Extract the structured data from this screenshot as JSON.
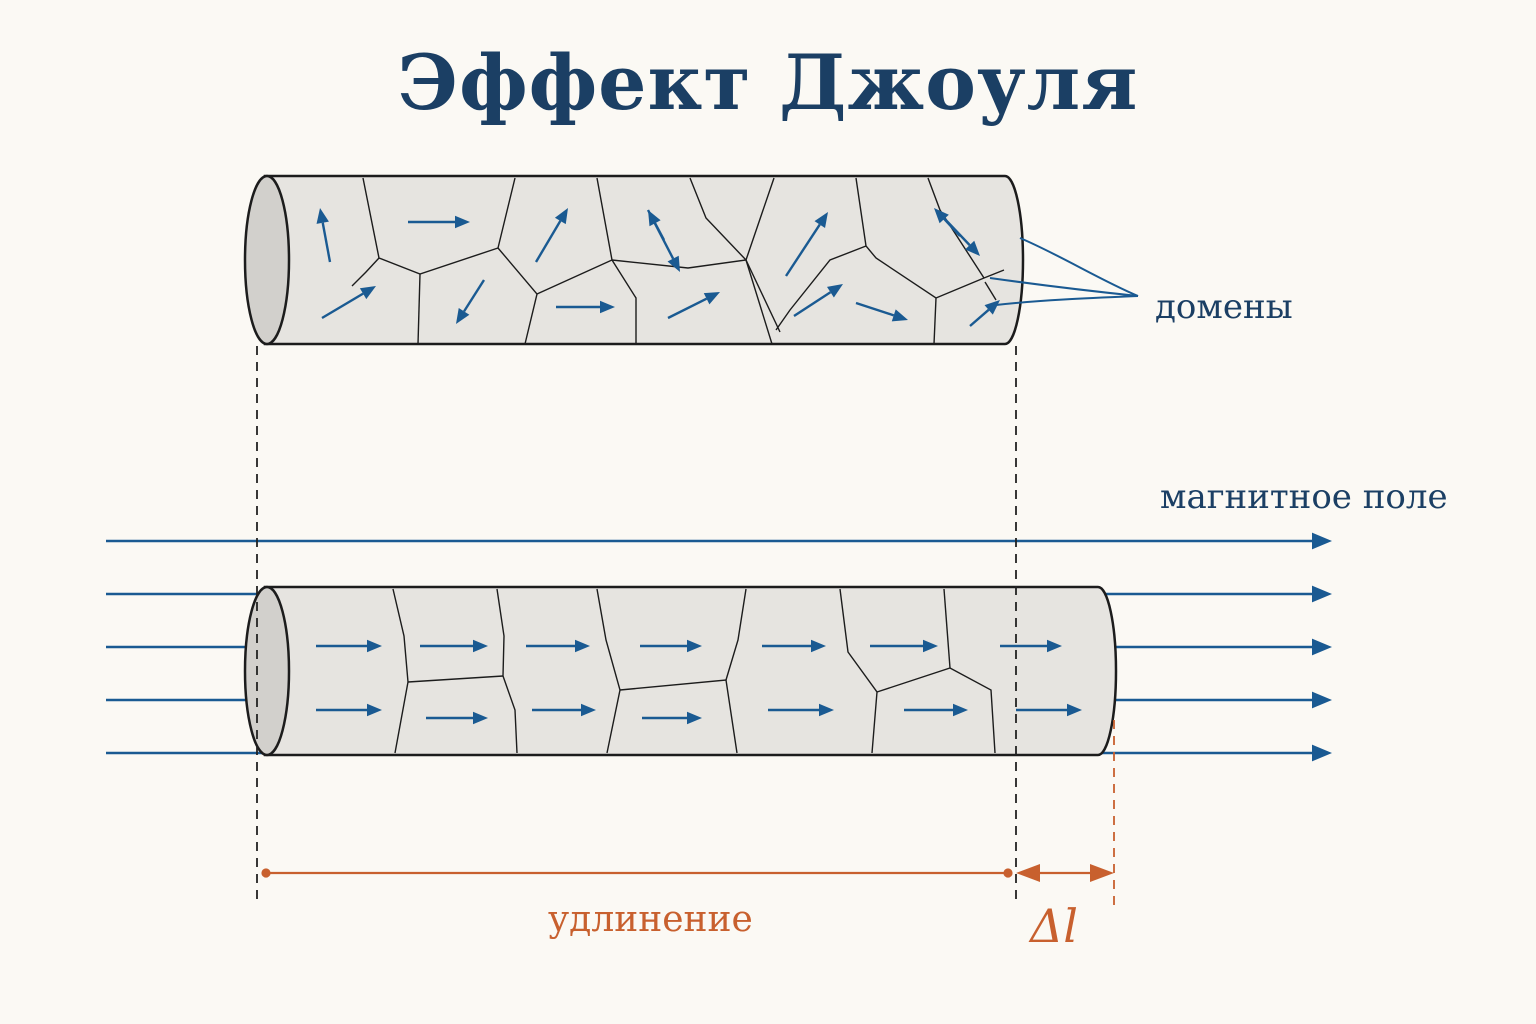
{
  "title": "Эффект Джоуля",
  "labels": {
    "domains": "домены",
    "field": "магнитное поле",
    "elongation": "удлинение",
    "delta": "Δl"
  },
  "colors": {
    "title": "#1b3f64",
    "arrow": "#1a5a92",
    "rod_fill": "#e6e4e0",
    "rod_end": "#d2d0cc",
    "outline": "#1c1c1c",
    "measure": "#c8602e",
    "background": "#fbf9f4"
  }
}
